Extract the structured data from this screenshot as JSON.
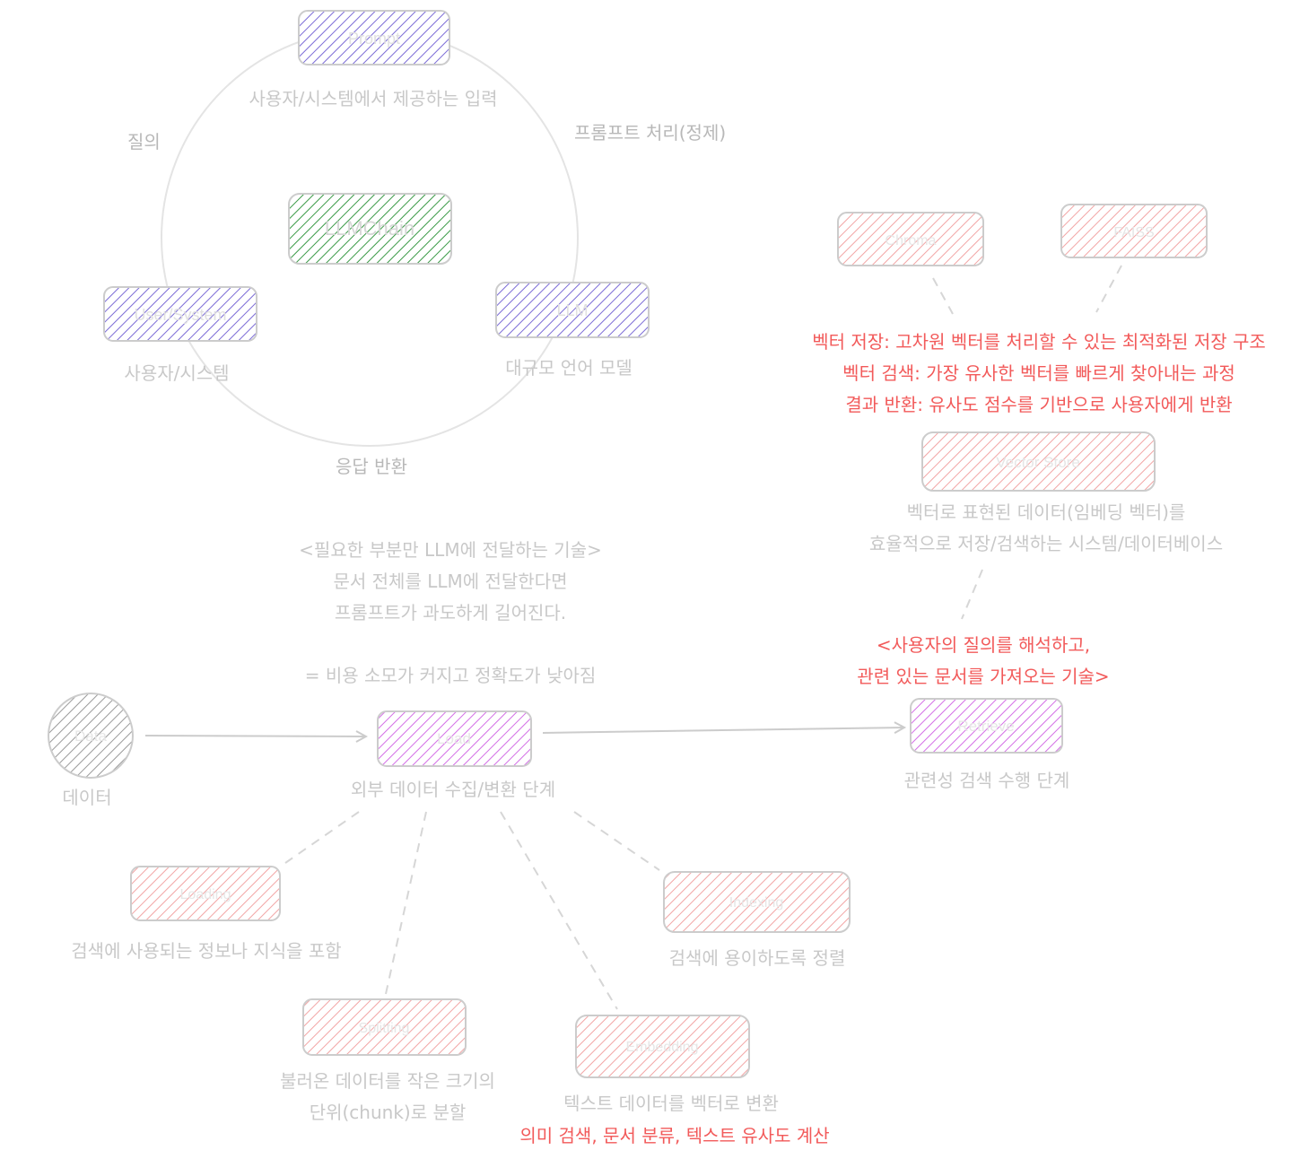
{
  "colors": {
    "purple": "#7b6bd6",
    "green": "#3a9a46",
    "red": "#f2a5a5",
    "violet": "#d36ee6",
    "gray": "#9a9a9a",
    "stroke": "#cccccc",
    "annotation_red": "#f25a5a"
  },
  "llmchain_cycle": {
    "nodes": {
      "prompt": {
        "label": "Prompt",
        "description": "사용자/시스템에서 제공하는 입력"
      },
      "llmchain": {
        "label": "LLMChain"
      },
      "user_system": {
        "label": "User/System",
        "description": "사용자/시스템"
      },
      "llm": {
        "label": "LLM",
        "description": "대규모 언어 모델"
      }
    },
    "edges": {
      "query": "질의",
      "prompt_processing": "프롬프트 처리(정제)",
      "response": "응답 반환"
    }
  },
  "rag_note": {
    "lines": [
      "<필요한 부분만 LLM에 전달하는 기술>",
      "문서 전체를 LLM에 전달한다면",
      "프롬프트가 과도하게 길어진다.",
      "",
      "= 비용 소모가 커지고 정확도가 낮아짐"
    ]
  },
  "pipeline": {
    "data": {
      "label": "Data",
      "description": "데이터"
    },
    "load": {
      "label": "Load",
      "description": "외부 데이터 수집/변환 단계"
    },
    "retrieve": {
      "label": "Retrieve",
      "description": "관련성 검색 수행 단계",
      "note_lines": [
        "<사용자의 질의를 해석하고,",
        "관련 있는 문서를 가져오는 기술>"
      ]
    },
    "vector_store": {
      "label": "Vector Store",
      "description_lines": [
        "벡터로 표현된 데이터(임베딩 벡터)를",
        "효율적으로 저장/검색하는 시스템/데이터베이스"
      ],
      "note_lines": [
        "벡터 저장: 고차원 벡터를 처리할 수 있는 최적화된 저장 구조",
        "벡터 검색: 가장 유사한 벡터를 빠르게 찾아내는 과정",
        "결과 반환: 유사도 점수를 기반으로 사용자에게 반환"
      ]
    },
    "chroma": {
      "label": "Chroma"
    },
    "faiss": {
      "label": "FAISS"
    },
    "loading": {
      "label": "Loading",
      "description": "검색에 사용되는 정보나 지식을 포함"
    },
    "splitting": {
      "label": "Splitting",
      "description_lines": [
        "불러온 데이터를 작은 크기의",
        "단위(chunk)로 분할"
      ]
    },
    "embedding": {
      "label": "Embedding",
      "description": "텍스트 데이터를 벡터로 변환",
      "note": "의미 검색, 문서 분류, 텍스트 유사도 계산"
    },
    "indexing": {
      "label": "Indexing",
      "description": "검색에 용이하도록 정렬"
    }
  }
}
